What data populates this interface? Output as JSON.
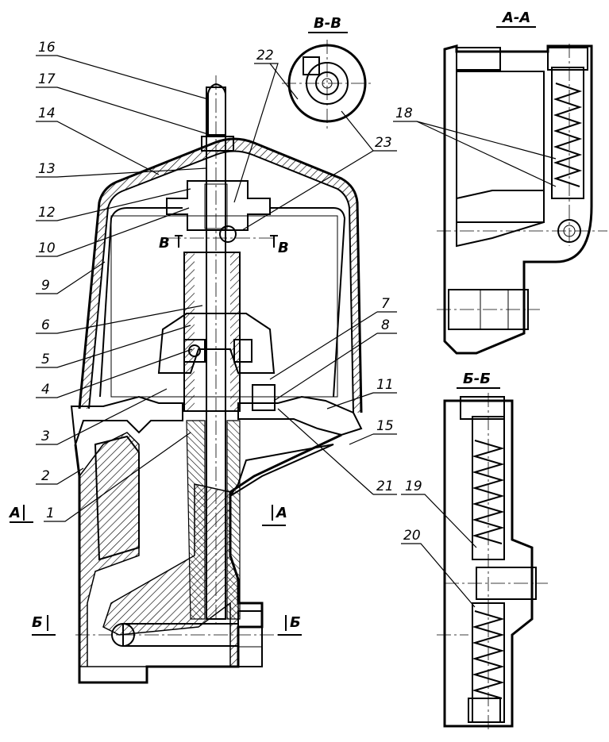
{
  "figure": {
    "sections": [
      {
        "id": "section-v-v",
        "label": "В-В"
      },
      {
        "id": "section-a-a",
        "label": "А-А"
      },
      {
        "id": "section-b-b",
        "label": "Б-Б"
      }
    ],
    "cut_marks": {
      "b_left": "В",
      "b_right": "В",
      "a_left": "А",
      "a_right": "А",
      "be_left": "Б",
      "be_right": "Б"
    },
    "callouts": [
      "1",
      "2",
      "3",
      "4",
      "5",
      "6",
      "7",
      "8",
      "9",
      "10",
      "11",
      "12",
      "13",
      "14",
      "15",
      "16",
      "17",
      "18",
      "19",
      "20",
      "21",
      "22",
      "23"
    ]
  }
}
